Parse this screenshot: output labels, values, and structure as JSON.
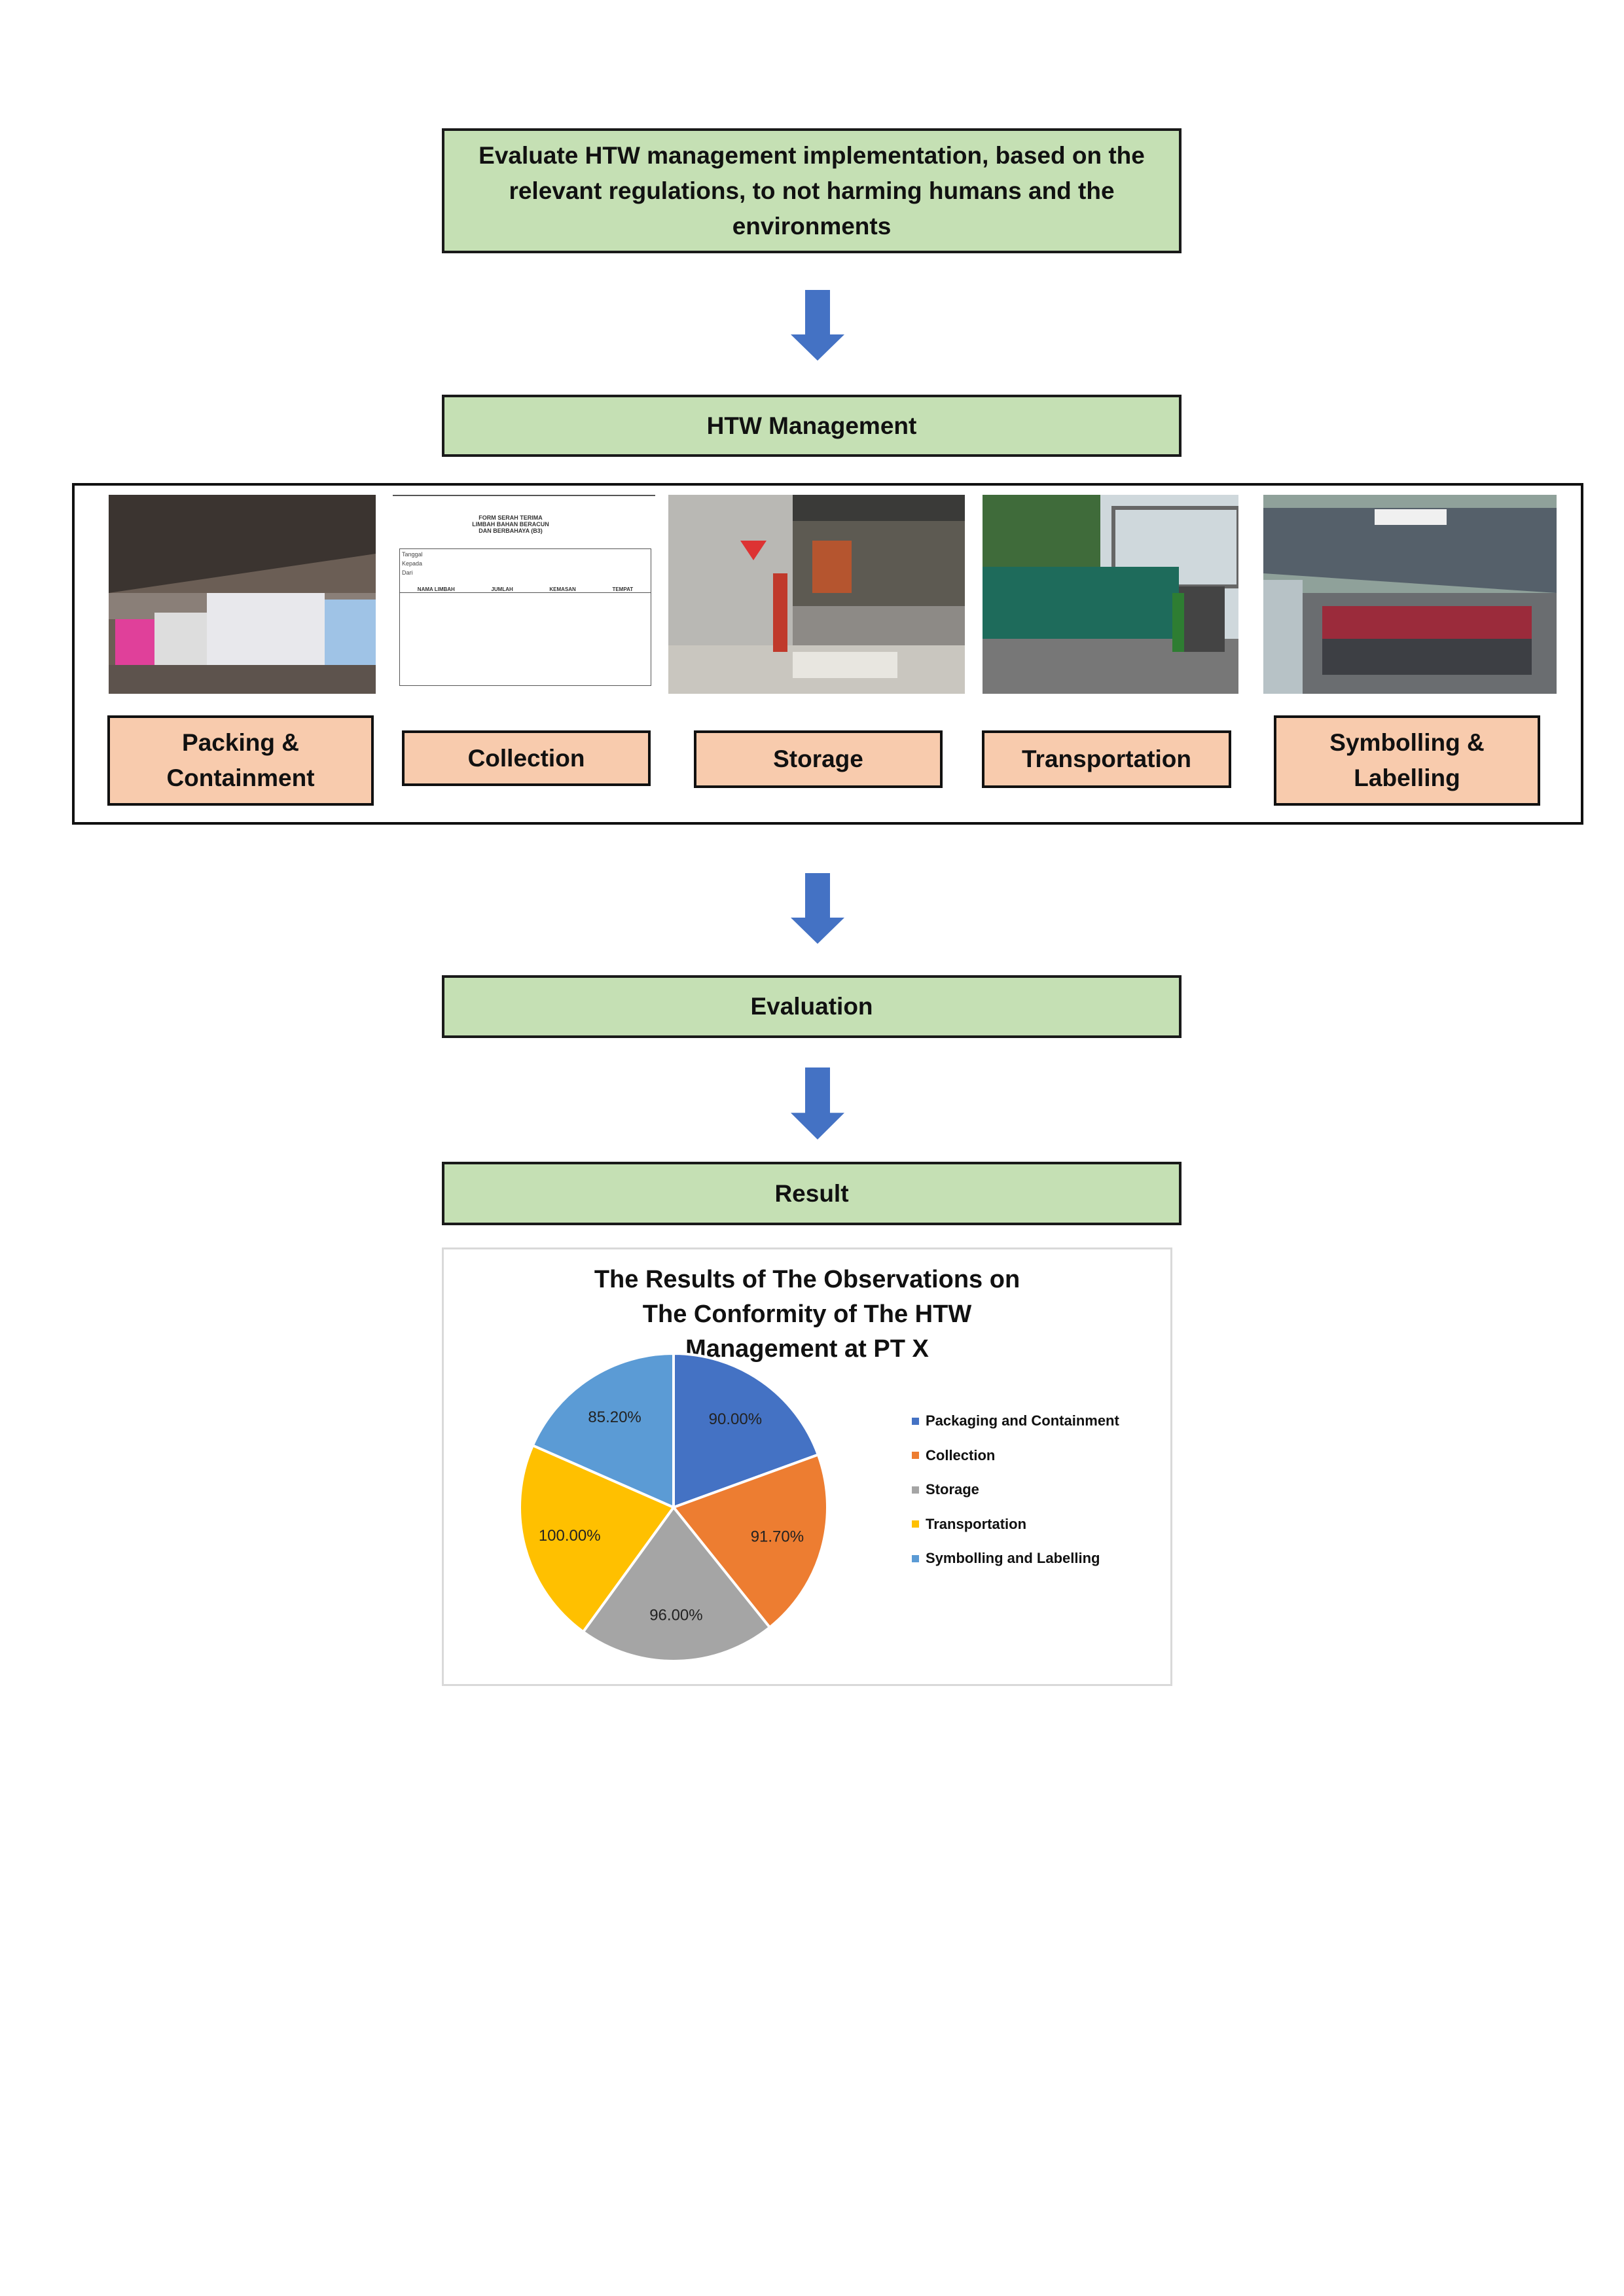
{
  "flow": {
    "objective": "Evaluate HTW management implementation, based on the relevant regulations, to not harming humans and the environments",
    "management": "HTW Management",
    "evaluation": "Evaluation",
    "result": "Result"
  },
  "stages": [
    {
      "label": "Packing & Containment",
      "photo": "warehouse-photo"
    },
    {
      "label": "Collection",
      "photo": "handover-form-photo"
    },
    {
      "label": "Storage",
      "photo": "storage-area-photo"
    },
    {
      "label": "Transportation",
      "photo": "truck-photo"
    },
    {
      "label": "Symbolling & Labelling",
      "photo": "labelled-shelter-photo"
    }
  ],
  "form_image": {
    "title": "FORM SERAH TERIMA LIMBAH BAHAN BERACUN DAN BERBAHAYA (B3)",
    "fields": [
      "Tanggal",
      "Kepada",
      "Dari"
    ],
    "columns": [
      "NAMA LIMBAH",
      "JUMLAH",
      "KEMASAN",
      "TEMPAT"
    ]
  },
  "colors": {
    "arrow": "#4472c4",
    "green_box": "#c5e0b4",
    "orange_box": "#f8cbad"
  },
  "chart_data": {
    "type": "pie",
    "title": "The Results of The Observations on The Conformity of The HTW Management at PT X",
    "categories": [
      "Packaging and Containment",
      "Collection",
      "Storage",
      "Transportation",
      "Symbolling and Labelling"
    ],
    "values": [
      90.0,
      91.7,
      96.0,
      100.0,
      85.2
    ],
    "labels": [
      "90.00%",
      "91.70%",
      "96.00%",
      "100.00%",
      "85.20%"
    ],
    "colors": [
      "#4472c4",
      "#ed7d31",
      "#a5a5a5",
      "#ffc000",
      "#5b9bd5"
    ],
    "legend_position": "right"
  }
}
